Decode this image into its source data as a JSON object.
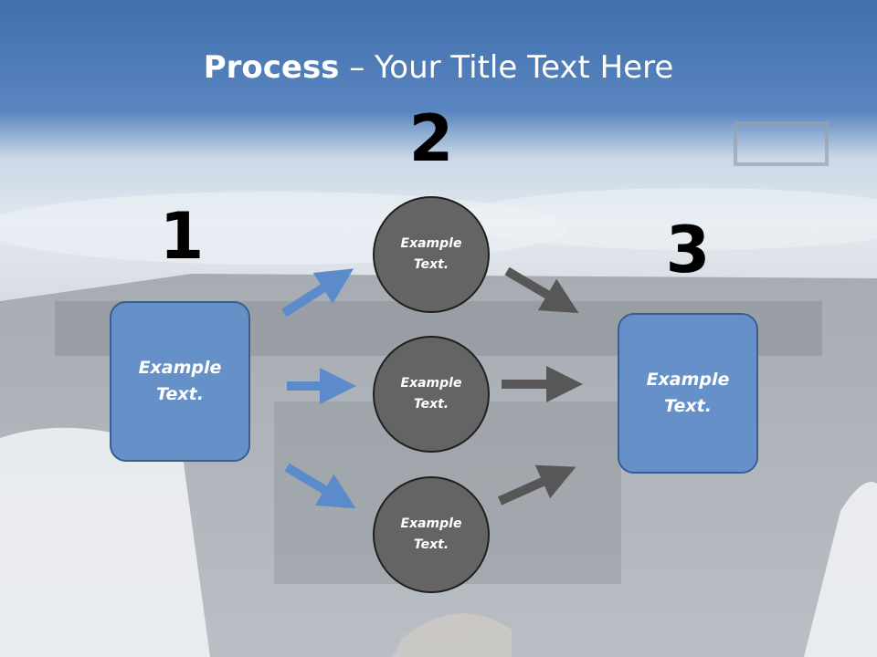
{
  "slide": {
    "title_bold": "Process",
    "title_rest": " – Your Title Text Here",
    "steps": [
      {
        "number": "1",
        "text": "Example\nText."
      },
      {
        "number": "2"
      },
      {
        "number": "3",
        "text": "Example\nText."
      }
    ],
    "circles": [
      {
        "text": "Example\nText."
      },
      {
        "text": "Example\nText."
      },
      {
        "text": "Example\nText."
      }
    ]
  },
  "colors": {
    "box_fill": "#6590c8",
    "circle_fill": "#646464",
    "blue_arrow": "#5b8bcb",
    "gray_arrow": "#575757",
    "title_band": "#4a78b5"
  }
}
